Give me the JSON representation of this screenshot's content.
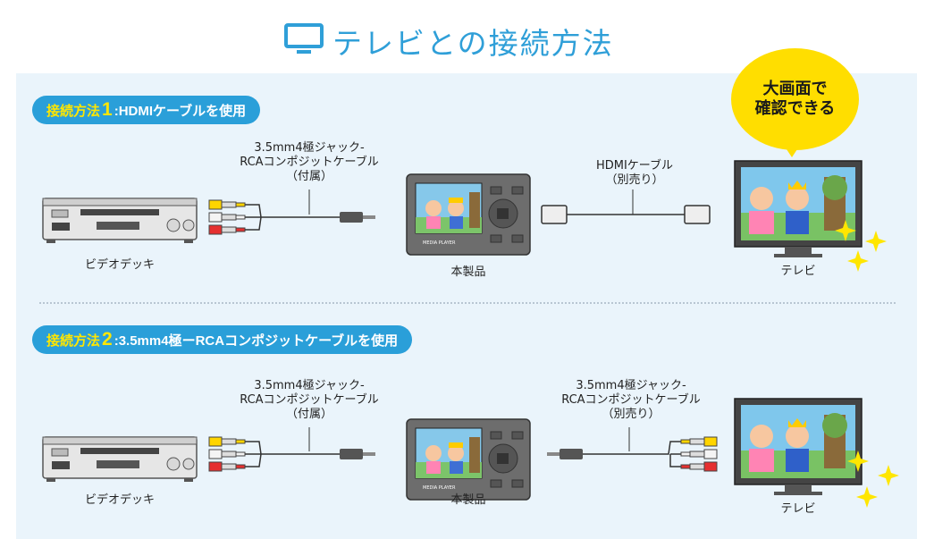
{
  "header": {
    "title": "テレビとの接続方法"
  },
  "bubble": {
    "line1": "大画面で",
    "line2": "確認できる"
  },
  "method1": {
    "prefix": "接続方法",
    "num": "1",
    "suffix": ":HDMIケーブルを使用",
    "cable_left": {
      "line1": "3.5mm4極ジャック-",
      "line2": "RCAコンポジットケーブル",
      "line3": "（付属）"
    },
    "cable_right": {
      "line1": "HDMIケーブル",
      "line2": "（別売り）"
    },
    "vcr_label": "ビデオデッキ",
    "product_label": "本製品",
    "tv_label": "テレビ"
  },
  "method2": {
    "prefix": "接続方法",
    "num": "2",
    "suffix": ":3.5mm4極ーRCAコンポジットケーブルを使用",
    "cable_left": {
      "line1": "3.5mm4極ジャック-",
      "line2": "RCAコンポジットケーブル",
      "line3": "（付属）"
    },
    "cable_right": {
      "line1": "3.5mm4極ジャック-",
      "line2": "RCAコンポジットケーブル",
      "line3": "（別売り）"
    },
    "vcr_label": "ビデオデッキ",
    "product_label": "本製品",
    "tv_label": "テレビ"
  },
  "device": {
    "brand": "MEDIA PLAYER"
  },
  "colors": {
    "accent": "#2a9fd9",
    "highlight": "#ffe600",
    "panel": "#eaf4fb",
    "bubble": "#ffde00"
  }
}
